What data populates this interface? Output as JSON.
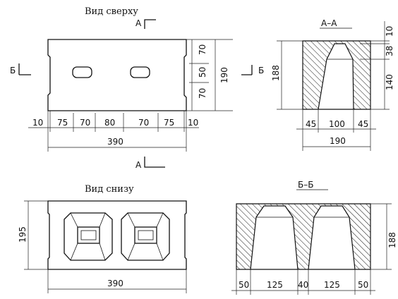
{
  "views": {
    "top_title": "Вид сверху",
    "bottom_title": "Вид снизу",
    "section_aa_title": "А–А",
    "section_bb_title": "Б–Б"
  },
  "markers": {
    "a": "А",
    "b": "Б"
  },
  "dims": {
    "top_segments": [
      "10",
      "75",
      "70",
      "80",
      "70",
      "75",
      "10"
    ],
    "top_total": "390",
    "top_height_parts": [
      "70",
      "50",
      "70"
    ],
    "top_height_total": "190",
    "aa_height": "188",
    "aa_right_parts": [
      "10",
      "38",
      "140"
    ],
    "aa_bottom_parts": [
      "45",
      "100",
      "45"
    ],
    "aa_total": "190",
    "bottom_height": "195",
    "bottom_total": "390",
    "bb_height": "188",
    "bb_bottom_parts": [
      "50",
      "125",
      "40",
      "125",
      "50"
    ]
  }
}
